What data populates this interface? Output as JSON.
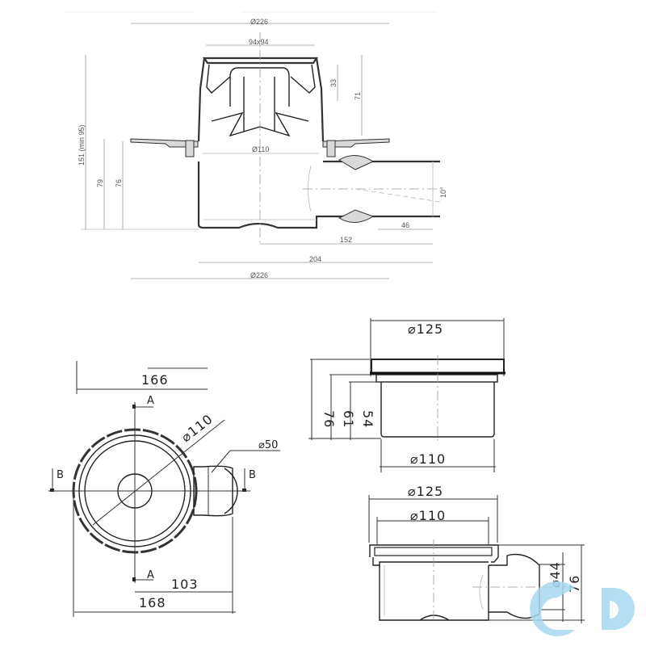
{
  "top_section_view": {
    "dims": {
      "top_diameter": "Ø226",
      "grate": "94x94",
      "trap_depth": "33",
      "grate_to_flange": "71",
      "total_height": "151 (min 95)",
      "height_79": "79",
      "height_76": "76",
      "inner_diameter": "Ø110",
      "angle": "10°",
      "outlet_len": "46",
      "center_to_outlet": "152",
      "body_to_outlet": "204",
      "bottom_diameter": "Ø226"
    }
  },
  "plan_view": {
    "dims": {
      "width_top": "166",
      "section_a": "A",
      "section_b": "B",
      "diameter": "⌀110",
      "outlet_diameter": "⌀50",
      "center_to_outlet": "103",
      "width_bottom": "168"
    }
  },
  "side_view_a": {
    "dims": {
      "flange_diameter": "⌀125",
      "height_76": "76",
      "height_61": "61",
      "height_54": "54",
      "body_diameter": "⌀110"
    }
  },
  "side_view_b": {
    "dims": {
      "flange_diameter": "⌀125",
      "inner_diameter": "⌀110",
      "outlet_diameter": "⌀44",
      "height_76": "76"
    }
  },
  "watermark": {
    "color": "#a8d8f0"
  }
}
